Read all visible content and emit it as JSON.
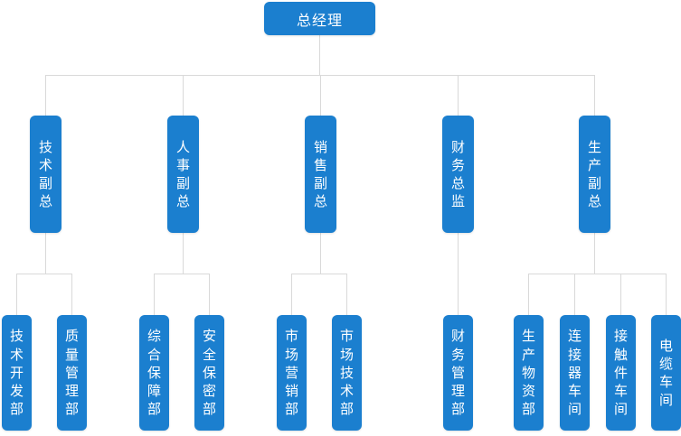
{
  "colors": {
    "box": "#1b7fcf",
    "box_text": "#ffffff",
    "line": "#d9d9d9"
  },
  "root": {
    "label": "总经理"
  },
  "managers": [
    {
      "label": "技术副总",
      "units": [
        "技术开发部",
        "质量管理部"
      ]
    },
    {
      "label": "人事副总",
      "units": [
        "综合保障部",
        "安全保密部"
      ]
    },
    {
      "label": "销售副总",
      "units": [
        "市场营销部",
        "市场技术部"
      ]
    },
    {
      "label": "财务总监",
      "units": [
        "财务管理部"
      ]
    },
    {
      "label": "生产副总",
      "units": [
        "生产物资部",
        "连接器车间",
        "接触件车间",
        "电缆车间"
      ]
    }
  ]
}
